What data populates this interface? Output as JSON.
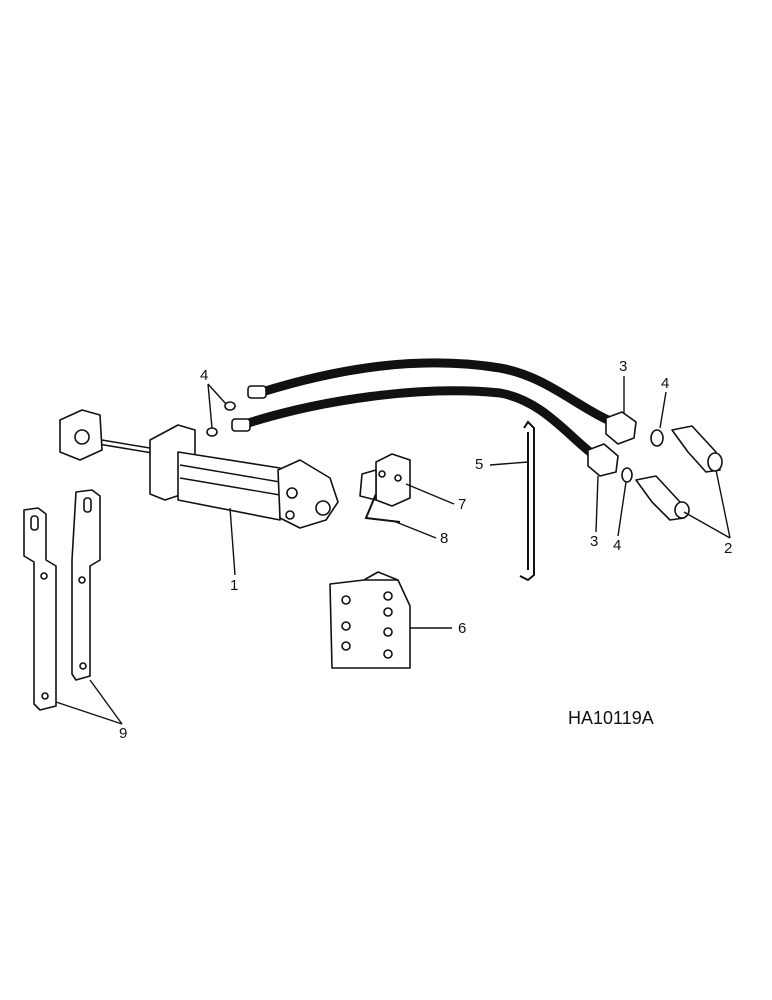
{
  "drawing_code": "HA10119A",
  "callouts": {
    "c1": "1",
    "c2": "2",
    "c3a": "3",
    "c3b": "3",
    "c4a": "4",
    "c4b": "4",
    "c4c": "4",
    "c5": "5",
    "c6": "6",
    "c7": "7",
    "c8": "8",
    "c9": "9"
  }
}
